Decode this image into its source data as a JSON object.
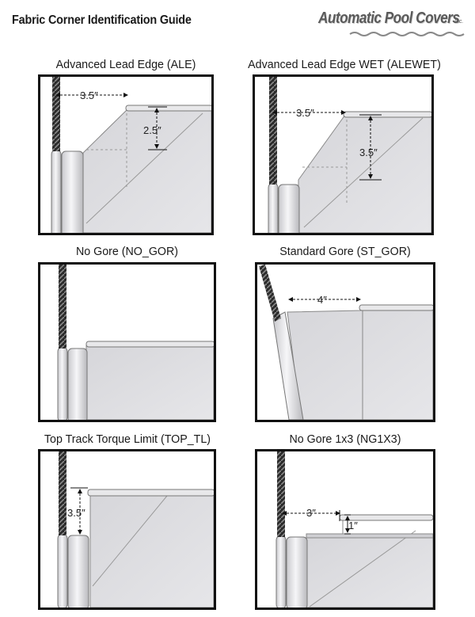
{
  "page": {
    "title": "Fabric Corner Identification Guide"
  },
  "logo": {
    "name": "Automatic Pool Covers",
    "suffix": "Inc."
  },
  "panels": [
    {
      "caption": "Advanced Lead Edge (ALE)",
      "dims": [
        "3.5″",
        "2.5″"
      ]
    },
    {
      "caption": "Advanced Lead Edge WET (ALEWET)",
      "dims": [
        "3.5″",
        "3.5″"
      ]
    },
    {
      "caption": "No Gore (NO_GOR)",
      "dims": []
    },
    {
      "caption": "Standard Gore (ST_GOR)",
      "dims": [
        "4″"
      ]
    },
    {
      "caption": "Top Track Torque Limit (TOP_TL)",
      "dims": [
        "3.5″"
      ]
    },
    {
      "caption": "No Gore 1x3 (NG1X3)",
      "dims": [
        "3″",
        "1″"
      ]
    }
  ]
}
